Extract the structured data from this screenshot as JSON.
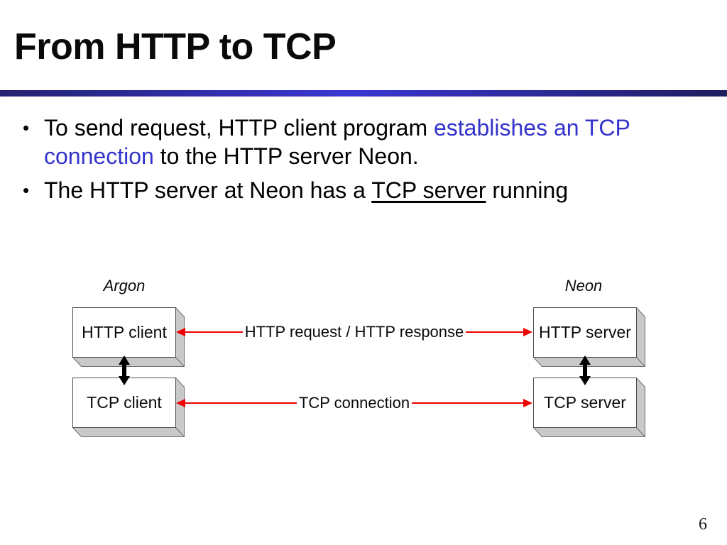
{
  "slide": {
    "title": "From HTTP to TCP",
    "page_number": "6"
  },
  "colors": {
    "accent_bar_left": "#232270",
    "accent_bar_middle": "#3b36d3",
    "accent_bar_right": "#1e1d5e",
    "emphasis_blue_text": "#3333cc",
    "connection_arrow_red": "#ee0000",
    "box_side_face_gray": "#c9c9c9",
    "box_border_gray": "#707070"
  },
  "bullets": [
    {
      "segments": [
        {
          "text": "To send request, HTTP client program "
        },
        {
          "text": "establishes an TCP",
          "style": "blue"
        },
        {
          "br": true
        },
        {
          "text": "connection",
          "style": "blue"
        },
        {
          "text": " to the HTTP server Neon."
        }
      ]
    },
    {
      "segments": [
        {
          "text": "The HTTP server at Neon has a "
        },
        {
          "text": "TCP server",
          "style": "underline"
        },
        {
          "text": " running"
        }
      ]
    }
  ],
  "diagram": {
    "hosts": [
      {
        "name": "Argon"
      },
      {
        "name": "Neon"
      }
    ],
    "boxes": [
      {
        "label": "HTTP client"
      },
      {
        "label": "TCP client"
      },
      {
        "label": "HTTP server"
      },
      {
        "label": "TCP server"
      }
    ],
    "connections": [
      {
        "label": "HTTP request / HTTP response"
      },
      {
        "label": "TCP connection"
      }
    ]
  }
}
